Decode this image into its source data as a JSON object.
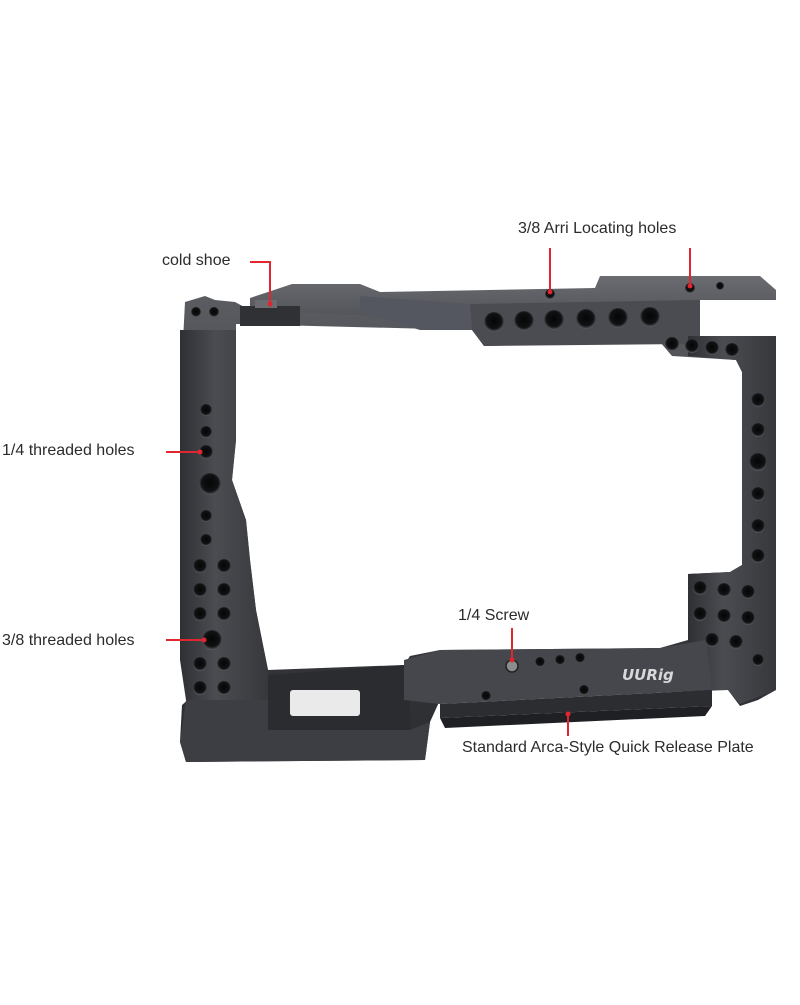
{
  "labels": {
    "arri_holes": "3/8 Arri Locating holes",
    "cold_shoe": "cold shoe",
    "threaded_14": "1/4 threaded holes",
    "threaded_38": "3/8 threaded holes",
    "screw_14": "1/4 Screw",
    "qr_plate": "Standard Arca-Style Quick Release Plate"
  },
  "brand_logo_text": "UURig",
  "colors": {
    "cage_metal": "#3a3c40",
    "callout_line": "#e0262e",
    "label_text": "#2b2b2b",
    "background": "#ffffff"
  }
}
